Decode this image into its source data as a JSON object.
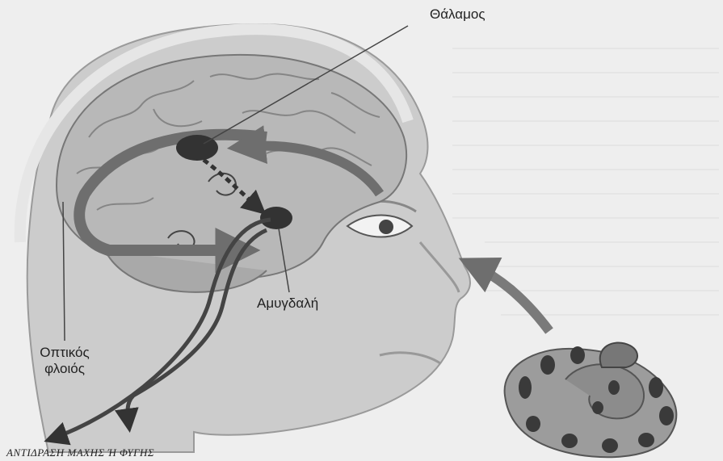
{
  "labels": {
    "thalamus": "Θάλαμος",
    "amygdala": "Αμυγδαλή",
    "optic_cortex_line1": "Οπτικός",
    "optic_cortex_line2": "φλοιός"
  },
  "caption": "ΑΝΤΙΔΡΑΣΗ ΜΑΧΗΣ Ή ΦΥΓΗΣ",
  "colors": {
    "background": "#eeeeee",
    "skin": "#c9c9c9",
    "brain": "#b5b5b5",
    "arrow": "#777777",
    "dark_arrow": "#444444"
  }
}
